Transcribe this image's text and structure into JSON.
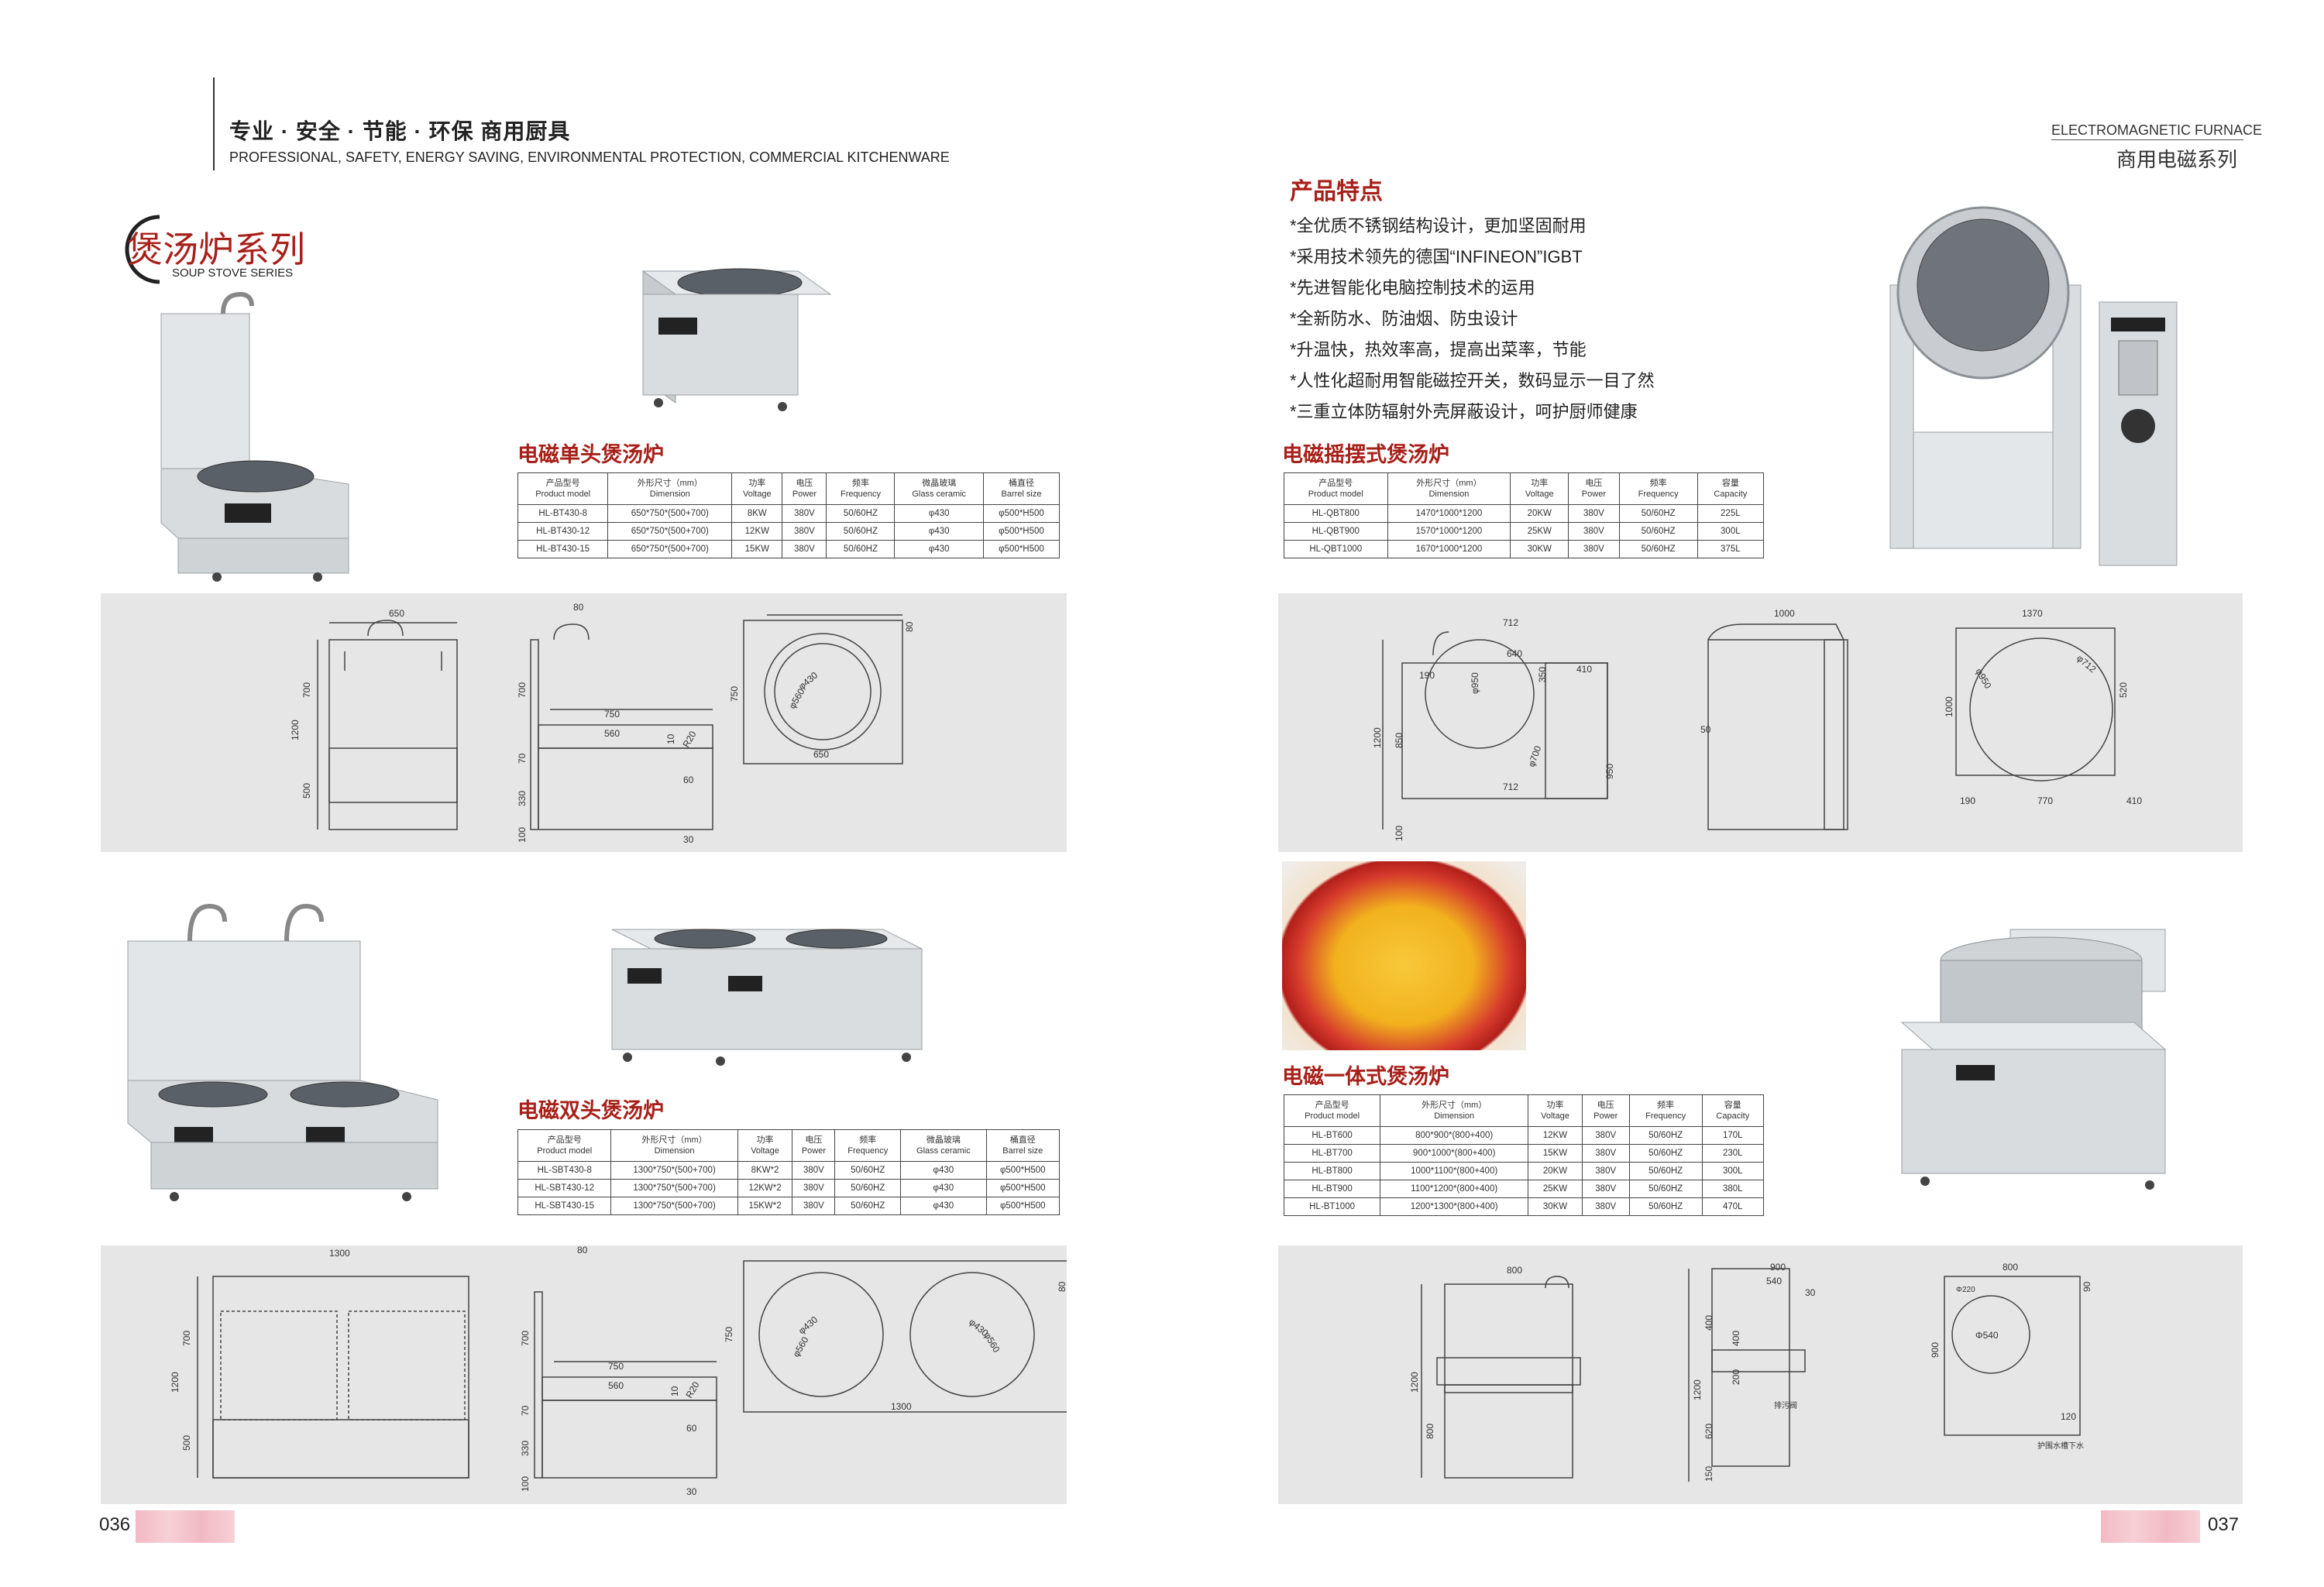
{
  "left_header": {
    "cn": "专业 · 安全 · 节能 · 环保 商用厨具",
    "en": "PROFESSIONAL, SAFETY, ENERGY SAVING, ENVIRONMENTAL PROTECTION, COMMERCIAL KITCHENWARE"
  },
  "right_header": {
    "en": "ELECTROMAGNETIC FURNACE",
    "cn": "商用电磁系列"
  },
  "series": {
    "cn": "煲汤炉系列",
    "en": "SOUP STOVE SERIES"
  },
  "features": {
    "title": "产品特点",
    "items": [
      "*全优质不锈钢结构设计，更加坚固耐用",
      "*采用技术领先的德国“INFINEON”IGBT",
      "*先进智能化电脑控制技术的运用",
      "*全新防水、防油烟、防虫设计",
      "*升温快，热效率高，提高出菜率，节能",
      "*人性化超耐用智能磁控开关，数码显示一目了然",
      "*三重立体防辐射外壳屏蔽设计，呵护厨师健康"
    ]
  },
  "tables": {
    "single": {
      "title": "电磁单头煲汤炉",
      "headers": [
        {
          "cn": "产品型号",
          "en": "Product model"
        },
        {
          "cn": "外形尺寸（mm）",
          "en": "Dimension"
        },
        {
          "cn": "功率",
          "en": "Voltage"
        },
        {
          "cn": "电压",
          "en": "Power"
        },
        {
          "cn": "频率",
          "en": "Frequency"
        },
        {
          "cn": "微晶玻璃",
          "en": "Glass ceramic"
        },
        {
          "cn": "桶直径",
          "en": "Barrel size"
        }
      ],
      "rows": [
        [
          "HL-BT430-8",
          "650*750*(500+700)",
          "8KW",
          "380V",
          "50/60HZ",
          "φ430",
          "φ500*H500"
        ],
        [
          "HL-BT430-12",
          "650*750*(500+700)",
          "12KW",
          "380V",
          "50/60HZ",
          "φ430",
          "φ500*H500"
        ],
        [
          "HL-BT430-15",
          "650*750*(500+700)",
          "15KW",
          "380V",
          "50/60HZ",
          "φ430",
          "φ500*H500"
        ]
      ]
    },
    "double": {
      "title": "电磁双头煲汤炉",
      "headers": [
        {
          "cn": "产品型号",
          "en": "Product model"
        },
        {
          "cn": "外形尺寸（mm）",
          "en": "Dimension"
        },
        {
          "cn": "功率",
          "en": "Voltage"
        },
        {
          "cn": "电压",
          "en": "Power"
        },
        {
          "cn": "频率",
          "en": "Frequency"
        },
        {
          "cn": "微晶玻璃",
          "en": "Glass ceramic"
        },
        {
          "cn": "桶直径",
          "en": "Barrel size"
        }
      ],
      "rows": [
        [
          "HL-SBT430-8",
          "1300*750*(500+700)",
          "8KW*2",
          "380V",
          "50/60HZ",
          "φ430",
          "φ500*H500"
        ],
        [
          "HL-SBT430-12",
          "1300*750*(500+700)",
          "12KW*2",
          "380V",
          "50/60HZ",
          "φ430",
          "φ500*H500"
        ],
        [
          "HL-SBT430-15",
          "1300*750*(500+700)",
          "15KW*2",
          "380V",
          "50/60HZ",
          "φ430",
          "φ500*H500"
        ]
      ]
    },
    "tilting": {
      "title": "电磁摇摆式煲汤炉",
      "headers": [
        {
          "cn": "产品型号",
          "en": "Product model"
        },
        {
          "cn": "外形尺寸（mm）",
          "en": "Dimension"
        },
        {
          "cn": "功率",
          "en": "Voltage"
        },
        {
          "cn": "电压",
          "en": "Power"
        },
        {
          "cn": "频率",
          "en": "Frequency"
        },
        {
          "cn": "容量",
          "en": "Capacity"
        }
      ],
      "rows": [
        [
          "HL-QBT800",
          "1470*1000*1200",
          "20KW",
          "380V",
          "50/60HZ",
          "225L"
        ],
        [
          "HL-QBT900",
          "1570*1000*1200",
          "25KW",
          "380V",
          "50/60HZ",
          "300L"
        ],
        [
          "HL-QBT1000",
          "1670*1000*1200",
          "30KW",
          "380V",
          "50/60HZ",
          "375L"
        ]
      ]
    },
    "integrated": {
      "title": "电磁一体式煲汤炉",
      "headers": [
        {
          "cn": "产品型号",
          "en": "Product model"
        },
        {
          "cn": "外形尺寸（mm）",
          "en": "Dimension"
        },
        {
          "cn": "功率",
          "en": "Voltage"
        },
        {
          "cn": "电压",
          "en": "Power"
        },
        {
          "cn": "频率",
          "en": "Frequency"
        },
        {
          "cn": "容量",
          "en": "Capacity"
        }
      ],
      "rows": [
        [
          "HL-BT600",
          "800*900*(800+400)",
          "12KW",
          "380V",
          "50/60HZ",
          "170L"
        ],
        [
          "HL-BT700",
          "900*1000*(800+400)",
          "15KW",
          "380V",
          "50/60HZ",
          "230L"
        ],
        [
          "HL-BT800",
          "1000*1100*(800+400)",
          "20KW",
          "380V",
          "50/60HZ",
          "300L"
        ],
        [
          "HL-BT900",
          "1100*1200*(800+400)",
          "25KW",
          "380V",
          "50/60HZ",
          "380L"
        ],
        [
          "HL-BT1000",
          "1200*1300*(800+400)",
          "30KW",
          "380V",
          "50/60HZ",
          "470L"
        ]
      ]
    }
  },
  "drawings": {
    "single": {
      "w650": "650",
      "d80": "80",
      "h700": "700",
      "h1200": "1200",
      "h500": "500",
      "w750": "750",
      "w560": "560",
      "d10": "10",
      "r20": "R20",
      "d70": "70",
      "d60": "60",
      "d330": "330",
      "d100": "100",
      "d30": "30",
      "h750": "750",
      "h80": "80",
      "c430": "φ430",
      "c560": "φ560",
      "b650": "650"
    },
    "double": {
      "w1300": "1300",
      "d80": "80",
      "h700": "700",
      "h1200": "1200",
      "h500": "500",
      "w750": "750",
      "w560": "560",
      "d10": "10",
      "r20": "R20",
      "d70": "70",
      "d60": "60",
      "d330": "330",
      "d100": "100",
      "d30": "30",
      "h750": "750",
      "h80": "80",
      "c430": "φ430",
      "c560": "φ560",
      "b1300": "1300"
    },
    "tilting": {
      "w712": "712",
      "w640": "640",
      "h350": "350",
      "w410": "410",
      "d190": "190",
      "h850": "850",
      "h1200": "1200",
      "h100": "100",
      "c950": "φ950",
      "c700": "φ700",
      "h950": "950",
      "b712": "712",
      "w1000": "1000",
      "d50": "50",
      "w1370": "1370",
      "c712": "φ712",
      "c950b": "φ950",
      "h520": "520",
      "h1000": "1000",
      "b190": "190",
      "b770": "770",
      "b410": "410"
    },
    "integrated": {
      "w800": "800",
      "h1200": "1200",
      "h800": "800",
      "w900": "900",
      "w540": "540",
      "d30": "30",
      "h400": "400",
      "h400b": "400",
      "h200": "200",
      "h620": "620",
      "h1200b": "1200",
      "h150": "150",
      "note1": "排污阀",
      "b800": "800",
      "h90": "90",
      "h900": "900",
      "c540": "Φ540",
      "h120": "120",
      "note2": "护围水槽下水",
      "c220": "Φ220"
    }
  },
  "page_left": "036",
  "page_right": "037"
}
